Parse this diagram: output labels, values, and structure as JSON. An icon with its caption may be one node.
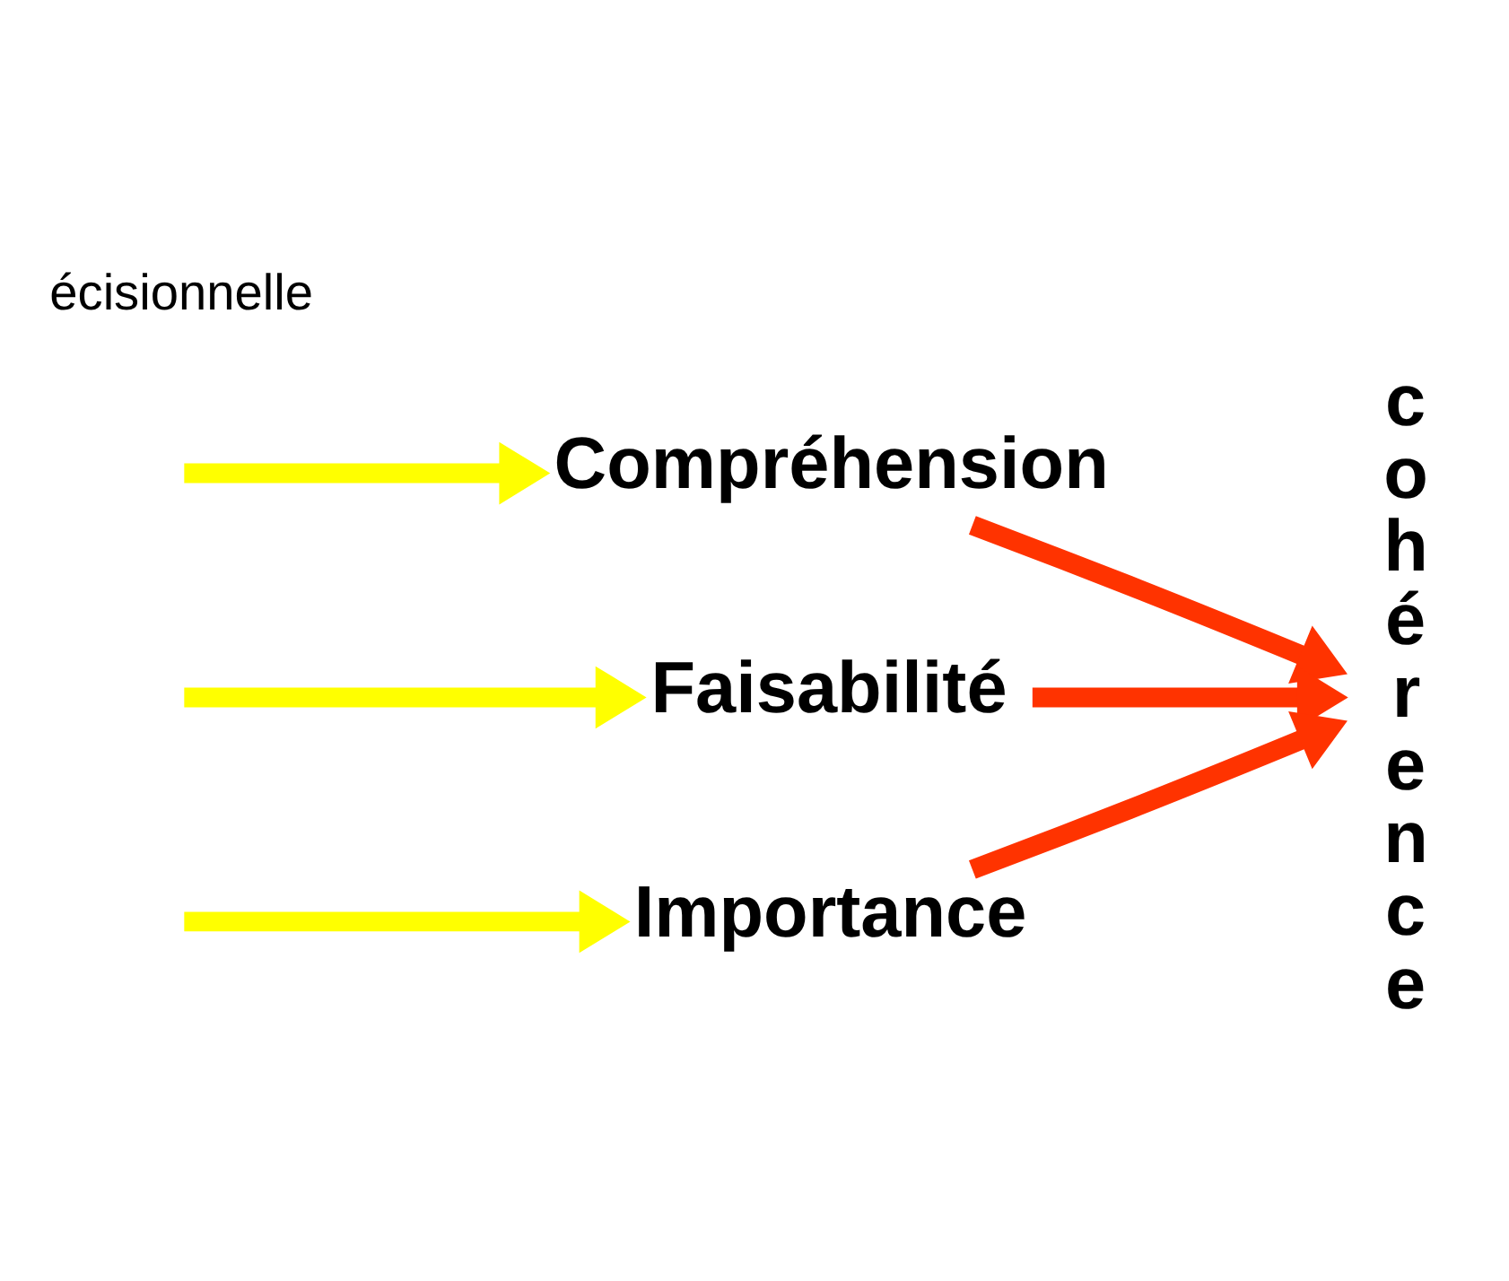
{
  "diagram": {
    "nodes": [
      {
        "text": [
          "Compréhension"
        ]
      },
      {
        "text": [
          "Faisabilité"
        ]
      },
      {
        "text": [
          "Importance"
        ]
      },
      {
        "text": [
          "c o h é r e n c e"
        ]
      }
    ],
    "edges": [
      {
        "from": null,
        "to": 0,
        "arrow": "to",
        "color": "#ffff00"
      },
      {
        "from": null,
        "to": 1,
        "arrow": "to",
        "color": "#ffff00"
      },
      {
        "from": null,
        "to": 2,
        "arrow": "to",
        "color": "#ffff00"
      },
      {
        "from": 0,
        "to": 3,
        "arrow": "to",
        "color": "#ff3300"
      },
      {
        "from": 1,
        "to": 3,
        "arrow": "to",
        "color": "#ff3300"
      },
      {
        "from": 2,
        "to": 3,
        "arrow": "to",
        "color": "#ff3300"
      }
    ],
    "labels": [
      "écisionnelle"
    ]
  }
}
